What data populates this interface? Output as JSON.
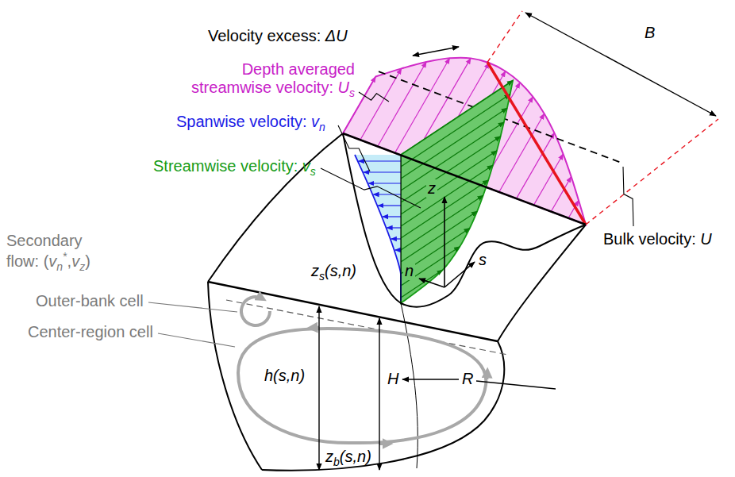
{
  "diagram": {
    "labels": [
      "Velocity excess: ΔU",
      "B",
      "Depth averaged streamwise velocity: Us",
      "Spanwise velocity: vn",
      "Streamwise velocity: vs",
      "z",
      "n",
      "s",
      "Bulk velocity: U",
      "Secondary flow: (vn*,vz)",
      "zs(s,n)",
      "Outer-bank cell",
      "Center-region cell",
      "h(s,n)",
      "H",
      "R",
      "zb(s,n)"
    ]
  }
}
